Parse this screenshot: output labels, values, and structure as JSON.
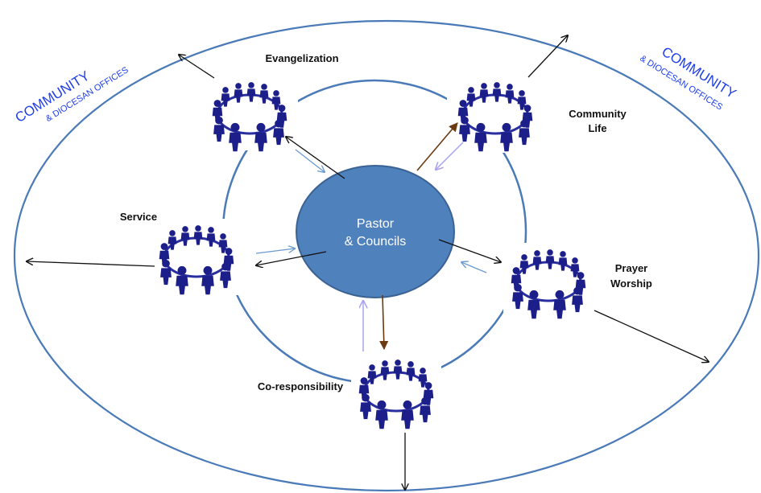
{
  "center": {
    "line1": "Pastor",
    "line2": "& Councils"
  },
  "groups": {
    "evangelization": "Evangelization",
    "community_life_1": "Community",
    "community_life_2": "Life",
    "service": "Service",
    "prayer_1": "Prayer",
    "prayer_2": "Worship",
    "coresponsibility": "Co-responsibility"
  },
  "community_left": {
    "big": "COMMUNITY",
    "small": "& DIOCESAN OFFICES"
  },
  "community_right": {
    "big": "COMMUNITY",
    "small": "& DIOCESAN OFFICES"
  },
  "colors": {
    "outer_ring": "#4a7ab8",
    "inner_ring": "#4a7ab8",
    "center_fill": "#4f81bd",
    "center_stroke": "#3a6394",
    "figure": "#1c1f8a",
    "arrow_black": "#111111",
    "arrow_brown": "#6b3a10",
    "arrow_lightblue": "#6a9ad0",
    "arrow_lavender": "#a9a3ee",
    "community_text": "#1f3ee8"
  }
}
